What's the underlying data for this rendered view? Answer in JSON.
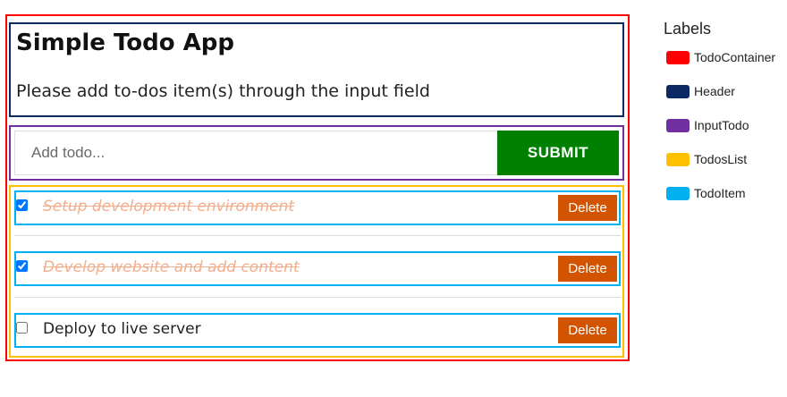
{
  "header": {
    "title": "Simple Todo App",
    "subtitle": "Please add to-dos item(s) through the input field"
  },
  "input_todo": {
    "placeholder": "Add todo...",
    "value": "",
    "submit_label": "SUBMIT"
  },
  "todos": [
    {
      "title": "Setup development environment",
      "completed": true,
      "delete_label": "Delete"
    },
    {
      "title": "Develop website and add content",
      "completed": true,
      "delete_label": "Delete"
    },
    {
      "title": "Deploy to live server",
      "completed": false,
      "delete_label": "Delete"
    }
  ],
  "legend": {
    "title": "Labels",
    "items": [
      {
        "label": "TodoContainer",
        "color": "#ff0000"
      },
      {
        "label": "Header",
        "color": "#0b2a64"
      },
      {
        "label": "InputTodo",
        "color": "#7030a0"
      },
      {
        "label": "TodosList",
        "color": "#ffc000"
      },
      {
        "label": "TodoItem",
        "color": "#00b0f0"
      }
    ]
  },
  "colors": {
    "submit_button": "#008000",
    "delete_button": "#d35400",
    "completed_text": "#f0a07a"
  }
}
